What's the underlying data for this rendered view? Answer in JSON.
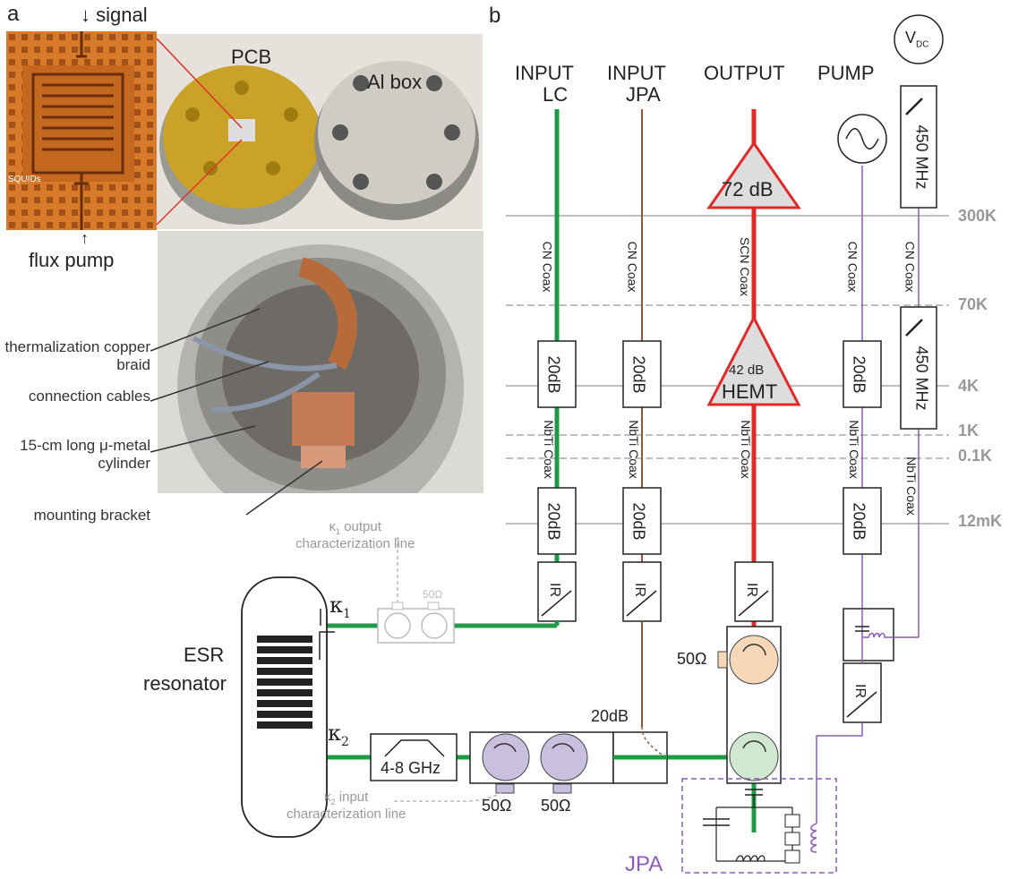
{
  "panel_a": {
    "letter": "a",
    "chip": {
      "signal": "signal",
      "flux_pump": "flux pump",
      "squids": "SQUIDs"
    },
    "photo_top": {
      "pcb": "PCB",
      "al_box": "Al box"
    },
    "photo_bottom_labels": [
      "thermalization copper braid",
      "connection cables",
      "15-cm long μ-metal cylinder",
      "mounting bracket"
    ]
  },
  "panel_b": {
    "letter": "b",
    "headers": {
      "input_lc_1": "INPUT",
      "input_lc_2": "LC",
      "input_jpa_1": "INPUT",
      "input_jpa_2": "JPA",
      "output": "OUTPUT",
      "pump": "PUMP",
      "vdc": "V",
      "vdc_sub": "DC"
    },
    "temperatures": [
      "300K",
      "70K",
      "4K",
      "1K",
      "0.1K",
      "12mK"
    ],
    "coax": {
      "cn": "CN Coax",
      "scn": "SCN Coax",
      "nbti": "NbTi Coax"
    },
    "amplifiers": {
      "room": "72 dB",
      "hemt_gain": "42 dB",
      "hemt": "HEMT"
    },
    "attenuators": {
      "a20": "20dB"
    },
    "filters": {
      "f450": "450 MHz",
      "bandpass": "4-8 GHz",
      "ir": "IR"
    },
    "loads": {
      "fifty": "50Ω"
    },
    "labels": {
      "att_line": "20dB",
      "esr_1": "ESR",
      "esr_2": "resonator",
      "kappa1": "κ",
      "kappa1_sub": "1",
      "kappa2": "κ",
      "kappa2_sub": "2",
      "k1_line_1": "output",
      "k1_line_2": "characterization line",
      "k2_line_1": "input",
      "k2_line_2": "characterization line",
      "jpa": "JPA"
    },
    "colors": {
      "green": "#1f9a45",
      "brown": "#8b5a3c",
      "red": "#e02a2a",
      "purple": "#8e5bb5",
      "grey": "#a8a8a8"
    }
  }
}
